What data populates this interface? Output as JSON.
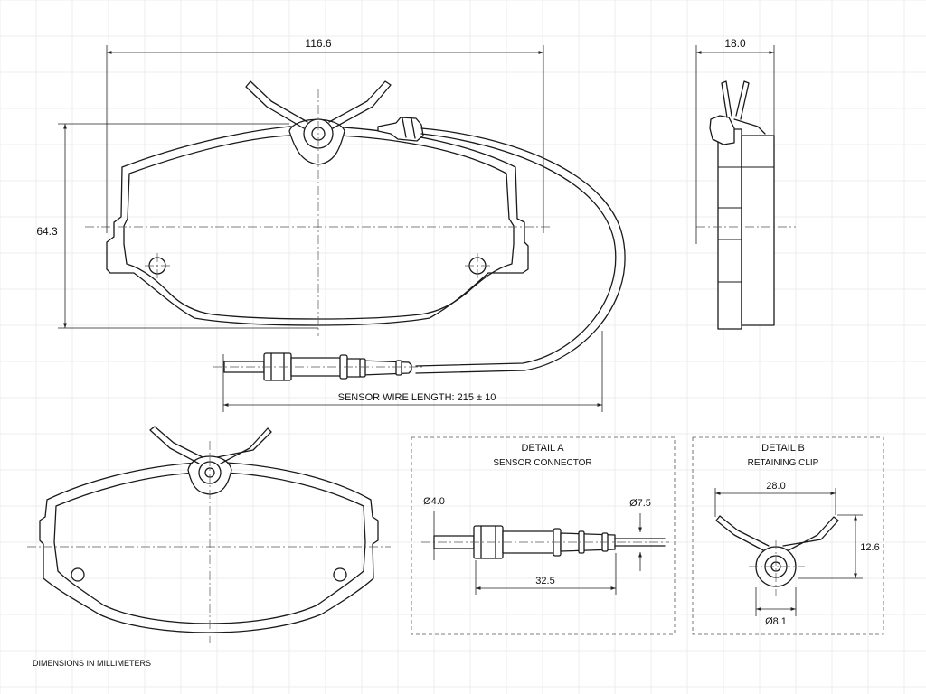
{
  "dimensions": {
    "width": "116.6",
    "thickness": "18.0",
    "height": "64.3",
    "sensor_wire": "SENSOR WIRE LENGTH:  215 ± 10"
  },
  "detail_a": {
    "title": "DETAIL A",
    "subtitle": "SENSOR CONNECTOR",
    "dia_left": "Ø4.0",
    "dia_right": "Ø7.5",
    "length": "32.5"
  },
  "detail_b": {
    "title": "DETAIL B",
    "subtitle": "RETAINING CLIP",
    "width": "28.0",
    "height": "12.6",
    "dia": "Ø8.1"
  },
  "footer": {
    "note": "DIMENSIONS IN MILLIMETERS"
  }
}
